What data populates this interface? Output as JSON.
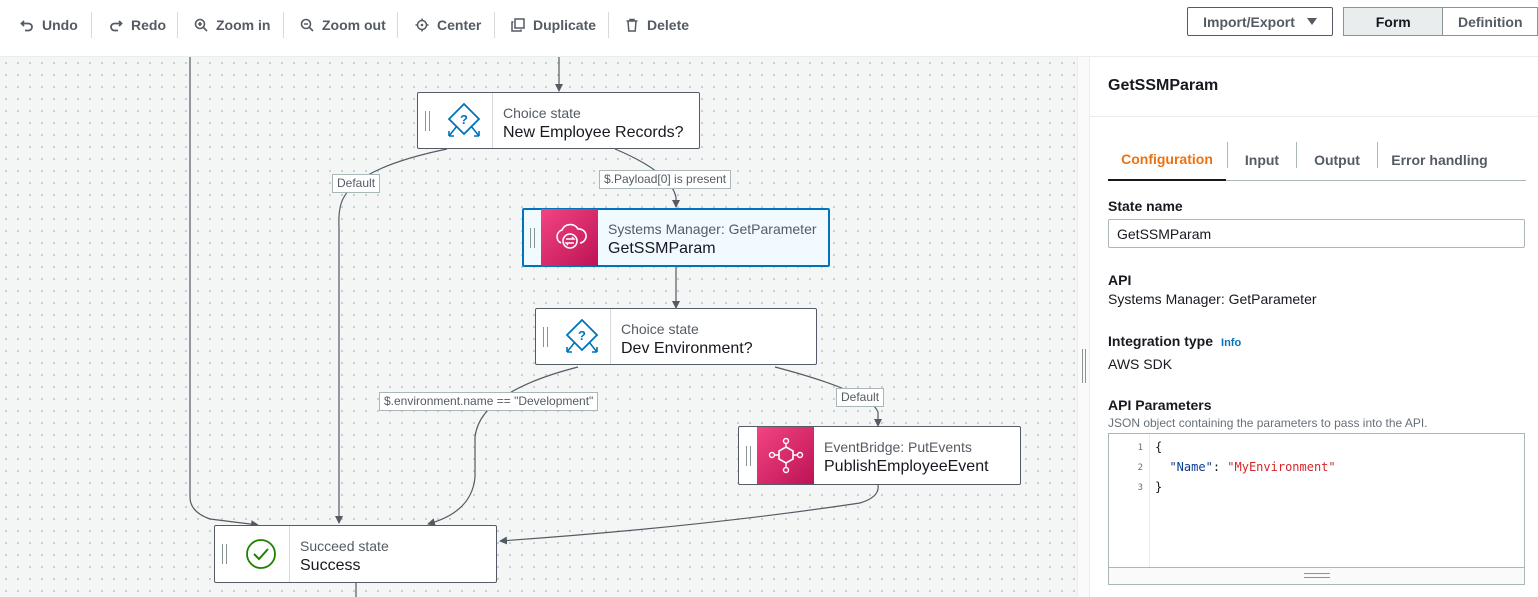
{
  "toolbar": {
    "undo": "Undo",
    "redo": "Redo",
    "zoom_in": "Zoom in",
    "zoom_out": "Zoom out",
    "center": "Center",
    "duplicate": "Duplicate",
    "delete": "Delete",
    "import_export": "Import/Export",
    "mode_form": "Form",
    "mode_definition": "Definition"
  },
  "workflow": {
    "nodes": {
      "choice1": {
        "type": "Choice state",
        "name": "New Employee Records?"
      },
      "getssm": {
        "type": "Systems Manager: GetParameter",
        "name": "GetSSMParam"
      },
      "choice2": {
        "type": "Choice state",
        "name": "Dev Environment?"
      },
      "publish": {
        "type": "EventBridge: PutEvents",
        "name": "PublishEmployeeEvent"
      },
      "success": {
        "type": "Succeed state",
        "name": "Success"
      }
    },
    "edge_labels": {
      "default1": "Default",
      "payload": "$.Payload[0] is present",
      "env_dev": "$.environment.name == \"Development\"",
      "default2": "Default"
    }
  },
  "panel": {
    "title": "GetSSMParam",
    "tabs": [
      "Configuration",
      "Input",
      "Output",
      "Error handling"
    ],
    "active_tab": "Configuration",
    "state_name_label": "State name",
    "state_name_value": "GetSSMParam",
    "api_label": "API",
    "api_value": "Systems Manager: GetParameter",
    "integration_label": "Integration type",
    "integration_info": "Info",
    "integration_value": "AWS SDK",
    "params_label": "API Parameters",
    "params_desc": "JSON object containing the parameters to pass into the API.",
    "code_lines": {
      "l1": "{",
      "l2_key": "\"Name\"",
      "l2_sep": ": ",
      "l2_val": "\"MyEnvironment\"",
      "l3": "}"
    },
    "line_numbers": [
      "1",
      "2",
      "3"
    ]
  },
  "colors": {
    "accent_orange": "#ec7211",
    "link_blue": "#0073bb",
    "choice_icon": "#0073bb",
    "integration_pink": "#e7157b",
    "success_green": "#1d8102"
  }
}
